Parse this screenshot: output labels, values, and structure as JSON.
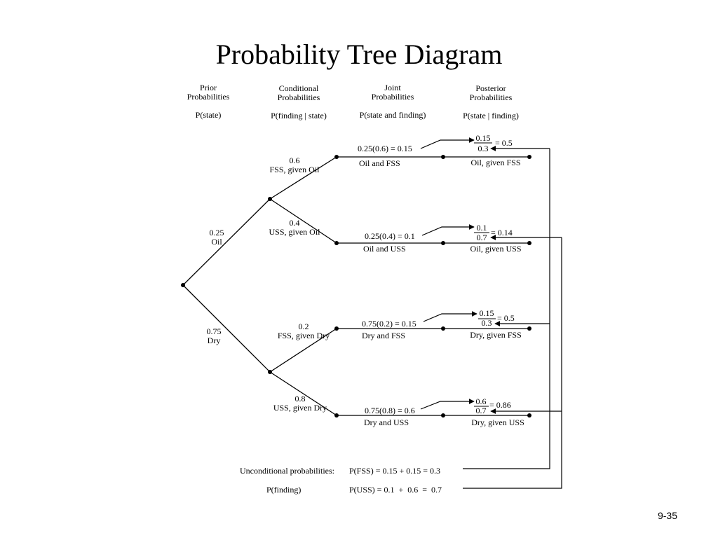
{
  "title": "Probability Tree Diagram",
  "slide_number": "9-35",
  "headers": [
    {
      "line1": "Prior",
      "line2": "Probabilities",
      "notation": "P(state)"
    },
    {
      "line1": "Conditional",
      "line2": "Probabilities",
      "notation": "P(finding | state)"
    },
    {
      "line1": "Joint",
      "line2": "Probabilities",
      "notation": "P(state and finding)"
    },
    {
      "line1": "Posterior",
      "line2": "Probabilities",
      "notation": "P(state | finding)"
    }
  ],
  "prior_branches": [
    {
      "value": "0.25",
      "label": "Oil"
    },
    {
      "value": "0.75",
      "label": "Dry"
    }
  ],
  "conditional_branches": [
    {
      "value": "0.6",
      "label": "FSS, given Oil"
    },
    {
      "value": "0.4",
      "label": "USS, given Oil"
    },
    {
      "value": "0.2",
      "label": "FSS, given Dry"
    },
    {
      "value": "0.8",
      "label": "USS, given Dry"
    }
  ],
  "outcomes": [
    {
      "joint_calc": "0.25(0.6) = 0.15",
      "joint_label": "Oil and FSS",
      "numerator": "0.15",
      "denominator": "0.3",
      "result": "= 0.5",
      "posterior_label": "Oil, given FSS"
    },
    {
      "joint_calc": "0.25(0.4) = 0.1",
      "joint_label": "Oil and USS",
      "numerator": "0.1",
      "denominator": "0.7",
      "result": "= 0.14",
      "posterior_label": "Oil, given USS"
    },
    {
      "joint_calc": "0.75(0.2) = 0.15",
      "joint_label": "Dry and FSS",
      "numerator": "0.15",
      "denominator": "0.3",
      "result": "= 0.5",
      "posterior_label": "Dry, given FSS"
    },
    {
      "joint_calc": "0.75(0.8) = 0.6",
      "joint_label": "Dry and USS",
      "numerator": "0.6",
      "denominator": "0.7",
      "result": "= 0.86",
      "posterior_label": "Dry,  given USS"
    }
  ],
  "unconditional": {
    "label": "Unconditional probabilities:",
    "sublabel": "P(finding)",
    "fss": "P(FSS) = 0.15 + 0.15 = 0.3",
    "uss": "P(USS) = 0.1  +  0.6  =  0.7"
  }
}
